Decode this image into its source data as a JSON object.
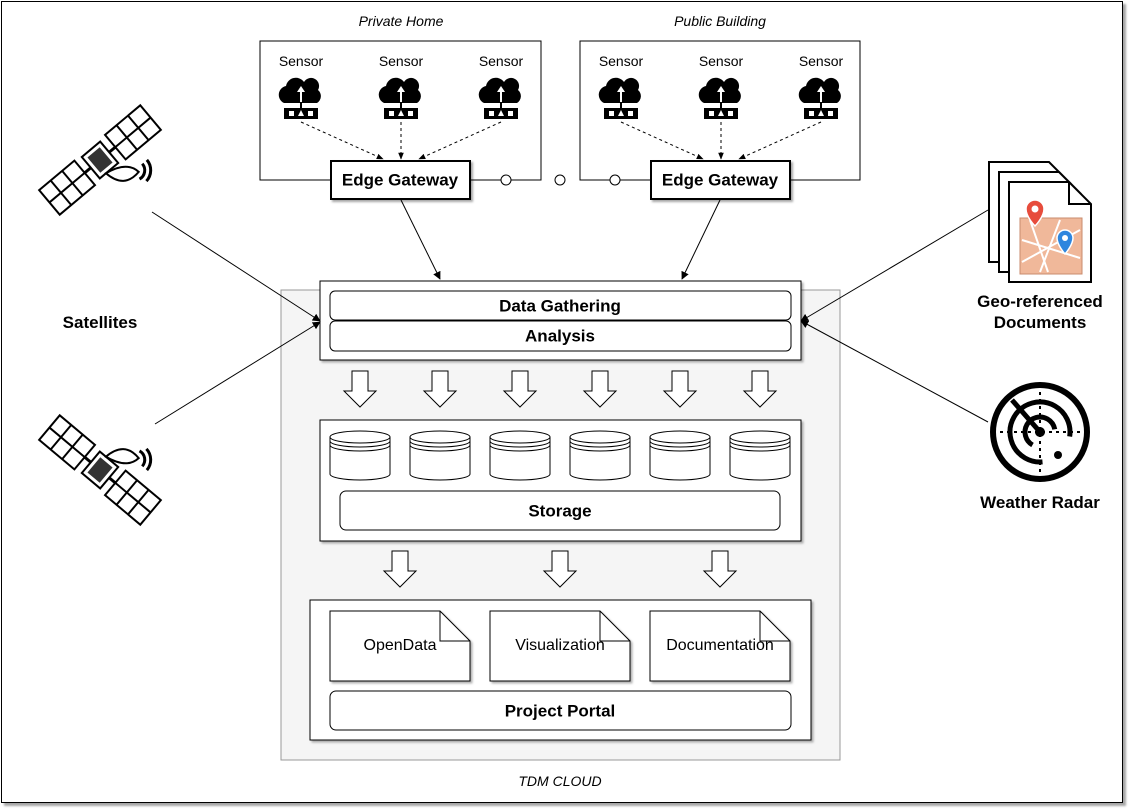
{
  "cloud": {
    "label": "TDM CLOUD"
  },
  "sites": [
    {
      "title": "Private Home",
      "sensors": [
        "Sensor",
        "Sensor",
        "Sensor"
      ],
      "gateway": "Edge Gateway"
    },
    {
      "title": "Public Building",
      "sensors": [
        "Sensor",
        "Sensor",
        "Sensor"
      ],
      "gateway": "Edge Gateway"
    }
  ],
  "processing": {
    "gathering": "Data Gathering",
    "analysis": "Analysis"
  },
  "storage": {
    "label": "Storage",
    "database_count": 6
  },
  "portal": {
    "label": "Project Portal",
    "documents": [
      "OpenData",
      "Visualization",
      "Documentation"
    ]
  },
  "sources": {
    "satellites": "Satellites",
    "geo_docs_line1": "Geo-referenced",
    "geo_docs_line2": "Documents",
    "weather_radar": "Weather Radar"
  },
  "colors": {
    "cloud_fill": "#f5f5f5",
    "pin_red": "#e74c3c",
    "pin_blue": "#2e86de",
    "map_fill": "#f0b89a"
  }
}
